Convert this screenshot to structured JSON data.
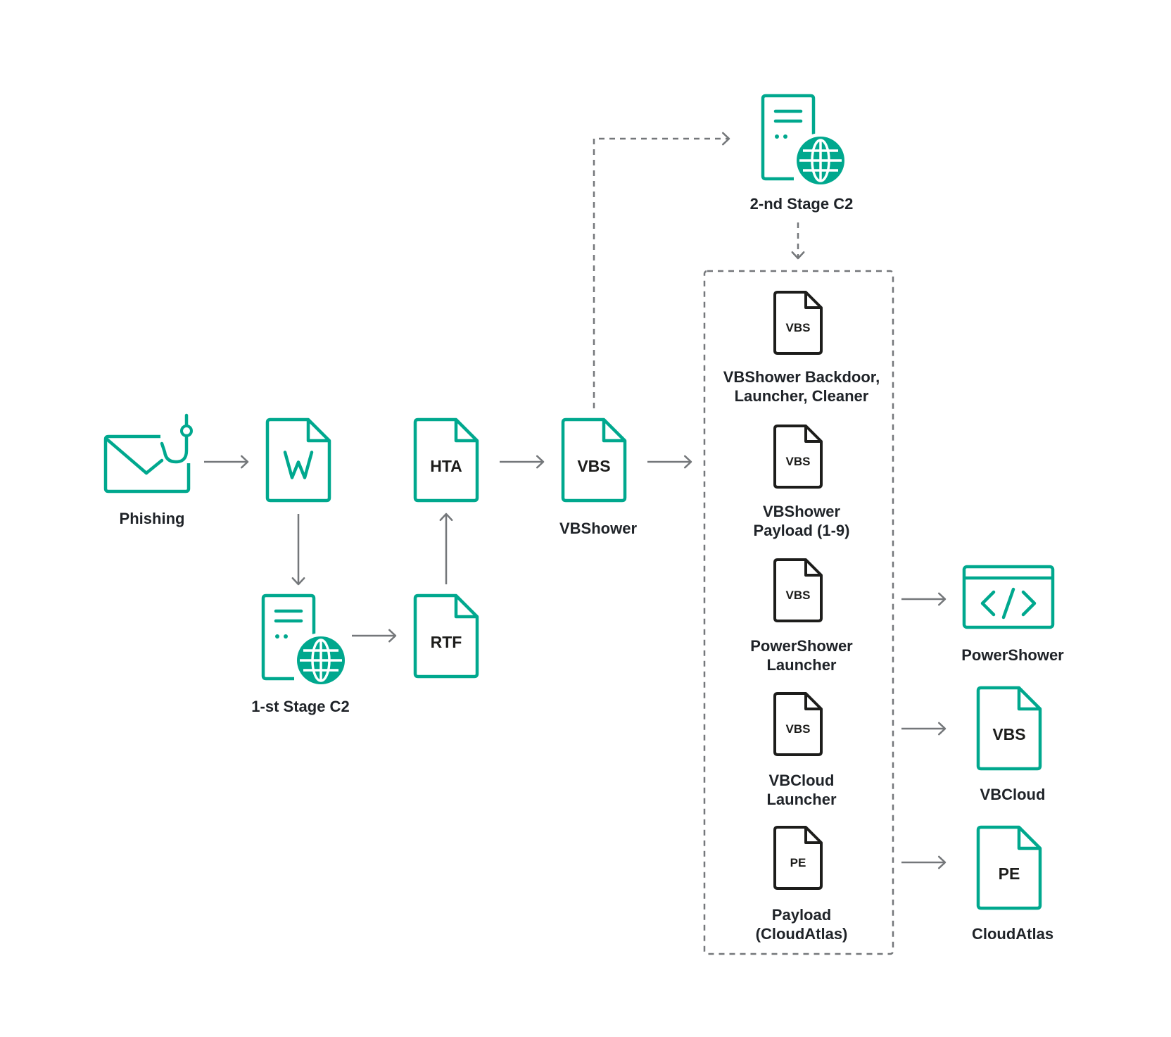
{
  "colors": {
    "accent": "#00a88e",
    "dark": "#1d1d1b",
    "arrow": "#74777a",
    "text": "#1f2328"
  },
  "nodes": {
    "phishing": {
      "icon": "phishing-envelope-hook-icon",
      "label": "Phishing"
    },
    "word_doc": {
      "icon": "word-document-icon",
      "glyph": "W"
    },
    "stage1_c2": {
      "icon": "server-globe-icon",
      "label": "1-st Stage C2"
    },
    "rtf": {
      "icon": "file-icon",
      "glyph": "RTF"
    },
    "hta": {
      "icon": "file-icon",
      "glyph": "HTA"
    },
    "vbshower": {
      "icon": "file-icon",
      "glyph": "VBS",
      "label": "VBShower"
    },
    "stage2_c2": {
      "icon": "server-globe-icon",
      "label": "2-nd Stage C2"
    }
  },
  "module_group": {
    "items": [
      {
        "icon": "file-icon",
        "glyph": "VBS",
        "label_lines": [
          "VBShower Backdoor,",
          "Launcher, Cleaner"
        ]
      },
      {
        "icon": "file-icon",
        "glyph": "VBS",
        "label_lines": [
          "VBShower",
          "Payload (1-9)"
        ]
      },
      {
        "icon": "file-icon",
        "glyph": "VBS",
        "label_lines": [
          "PowerShower",
          "Launcher"
        ]
      },
      {
        "icon": "file-icon",
        "glyph": "VBS",
        "label_lines": [
          "VBCloud",
          "Launcher"
        ]
      },
      {
        "icon": "file-icon",
        "glyph": "PE",
        "label_lines": [
          "Payload",
          "(CloudAtlas)"
        ]
      }
    ]
  },
  "outputs": [
    {
      "icon": "code-window-icon",
      "label": "PowerShower"
    },
    {
      "icon": "file-icon",
      "glyph": "VBS",
      "label": "VBCloud"
    },
    {
      "icon": "file-icon",
      "glyph": "PE",
      "label": "CloudAtlas"
    }
  ]
}
